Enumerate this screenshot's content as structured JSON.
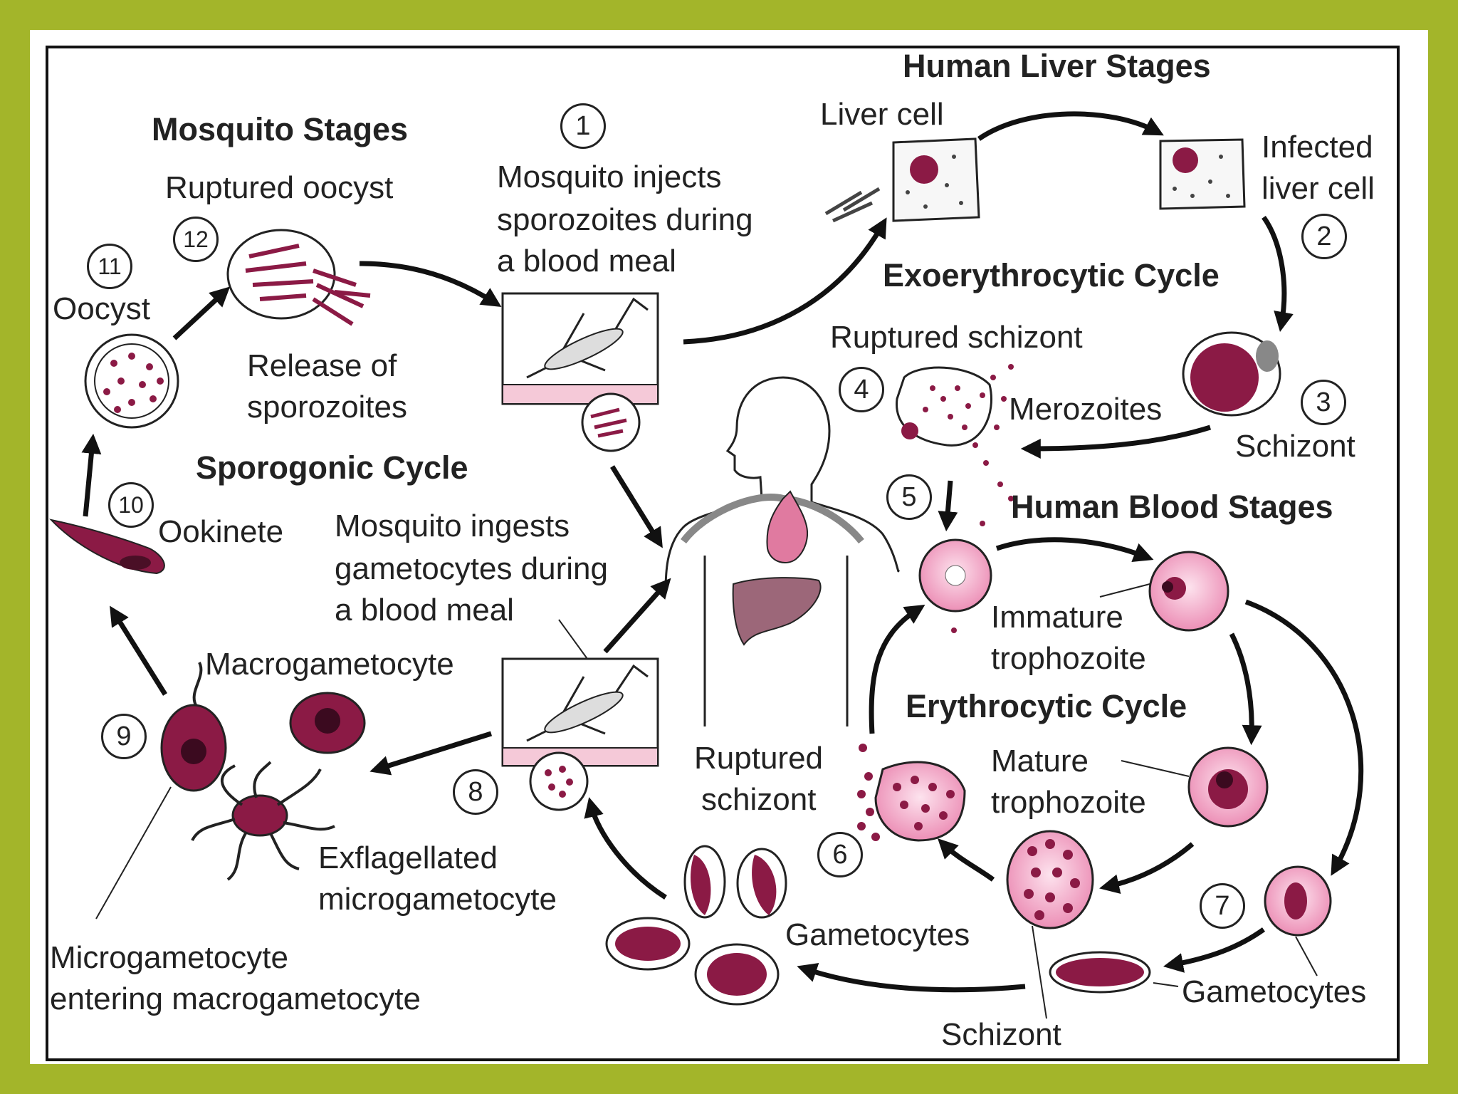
{
  "labels": {
    "human_liver_stages": "Human Liver Stages",
    "mosquito_stages": "Mosquito Stages",
    "exoerythrocytic_cycle": "Exoerythrocytic Cycle",
    "sporogonic_cycle": "Sporogonic Cycle",
    "human_blood_stages": "Human Blood Stages",
    "erythrocytic_cycle": "Erythrocytic Cycle",
    "liver_cell": "Liver cell",
    "infected_liver_cell": [
      "Infected",
      "liver cell"
    ],
    "mosquito_injects": [
      "Mosquito injects",
      "sporozoites during",
      "a blood meal"
    ],
    "ruptured_oocyst": "Ruptured oocyst",
    "oocyst": "Oocyst",
    "release_of_sporozoites": [
      "Release of",
      "sporozoites"
    ],
    "ruptured_schizont_liver": "Ruptured schizont",
    "merozoites": "Merozoites",
    "schizont_liver": "Schizont",
    "ookinete": "Ookinete",
    "mosquito_ingests": [
      "Mosquito ingests",
      "gametocytes during",
      "a blood meal"
    ],
    "immature_trophozoite": [
      "Immature",
      "trophozoite"
    ],
    "macrogametocyte": "Macrogametocyte",
    "mature_trophozoite": [
      "Mature",
      "trophozoite"
    ],
    "ruptured_schizont_blood": [
      "Ruptured",
      "schizont"
    ],
    "exflagellated_microgametocyte": [
      "Exflagellated",
      "microgametocyte"
    ],
    "gametocytes_center": "Gametocytes",
    "gametocytes_right": "Gametocytes",
    "microgametocyte_entering": [
      "Microgametocyte",
      "entering macrogametocyte"
    ],
    "schizont_bottom": "Schizont"
  },
  "step_numbers": [
    "1",
    "2",
    "3",
    "4",
    "5",
    "6",
    "7",
    "8",
    "9",
    "10",
    "11",
    "12"
  ],
  "colors": {
    "border_green": "#a3b52a",
    "parasite_dark": "#8b1a45",
    "rbc_pink": "#f2a7c6",
    "rbc_stroke": "#222222",
    "organ_pink": "#e07aa0",
    "liver_mauve": "#9c6779",
    "skin_line": "#222222"
  }
}
